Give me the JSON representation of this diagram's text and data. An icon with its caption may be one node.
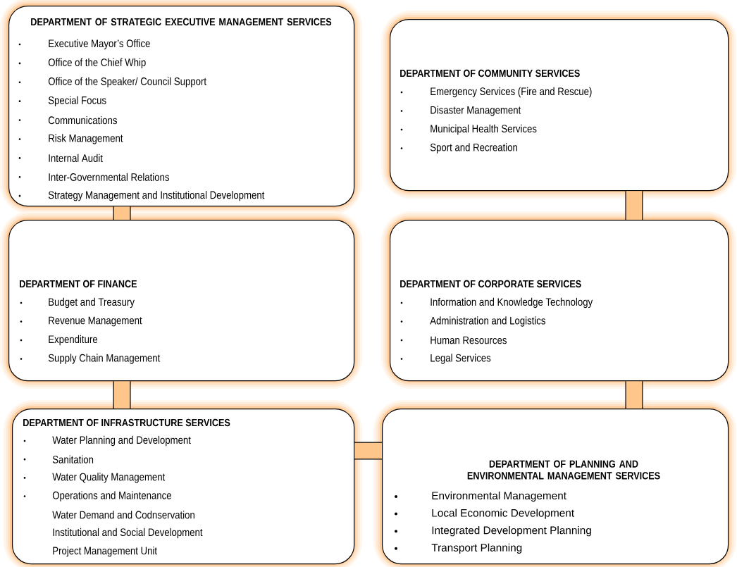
{
  "diagram": {
    "nodes": [
      {
        "text": [
          "DEPARTMENT OF STRATEGIC EXECUTIVE MANAGEMENT SERVICES",
          "Executive  Mayor’s Office",
          "Office of the Chief Whip",
          "Office of the Speaker/ Council Support",
          "Special Focus",
          "Communications",
          "Risk Management",
          "Internal Audit",
          "Inter-Governmental Relations",
          "Strategy Management and Institutional Development"
        ]
      },
      {
        "text": [
          "DEPARTMENT OF COMMUNITY SERVICES",
          "Emergency Services (Fire and Rescue)",
          "Disaster Management",
          "Municipal Health Services",
          "Sport and Recreation"
        ]
      },
      {
        "text": [
          "DEPARTMENT OF  FINANCE",
          "Budget and Treasury",
          "Revenue Management",
          "Expenditure",
          "Supply Chain Management"
        ]
      },
      {
        "text": [
          "DEPARTMENT OF CORPORATE SERVICES",
          "Information and Knowledge Technology",
          "Administration and Logistics",
          "Human Resources",
          "Legal Services"
        ]
      },
      {
        "text": [
          "DEPARTMENT OF INFRASTRUCTURE SERVICES",
          "Water Planning and Development",
          "Sanitation",
          "Water Quality Management",
          "Operations and Maintenance",
          "Water Demand and Codnservation",
          "Institutional and Social Development",
          "Project Management Unit"
        ]
      },
      {
        "text": [
          "DEPARTMENT OF PLANNING AND ENVIRONMENTAL MANAGEMENT SERVICES",
          "Environmental Management",
          "Local Economic Development",
          "Integrated Development Planning",
          "Transport Planning"
        ]
      }
    ],
    "edges": [
      {
        "from": 0,
        "to": 2,
        "arrow": "none"
      },
      {
        "from": 1,
        "to": 3,
        "arrow": "none"
      },
      {
        "from": 2,
        "to": 4,
        "arrow": "none"
      },
      {
        "from": 3,
        "to": 5,
        "arrow": "none"
      },
      {
        "from": 4,
        "to": 5,
        "arrow": "none"
      }
    ]
  }
}
